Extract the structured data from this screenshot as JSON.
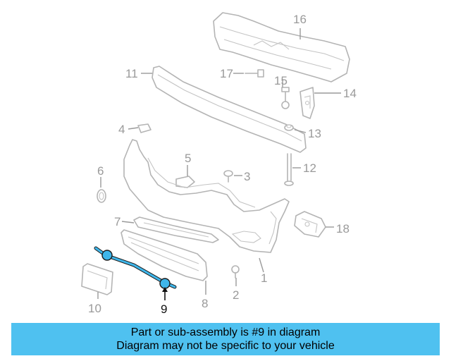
{
  "callouts": {
    "c1": "1",
    "c2": "2",
    "c3": "3",
    "c4": "4",
    "c5": "5",
    "c6": "6",
    "c7": "7",
    "c8": "8",
    "c9": "9",
    "c10": "10",
    "c11": "11",
    "c12": "12",
    "c13": "13",
    "c14": "14",
    "c15": "15",
    "c16": "16",
    "c17": "17",
    "c18": "18"
  },
  "highlighted_part": "9",
  "colors": {
    "banner": "#4fc1f0",
    "highlight_part": "#3fb6ea",
    "line_art": "#b4b4b4",
    "label_gray": "#9a9a9a"
  },
  "banner": {
    "line1": "Part or sub-assembly is #9 in diagram",
    "line2": "Diagram may not be specific to your vehicle"
  }
}
